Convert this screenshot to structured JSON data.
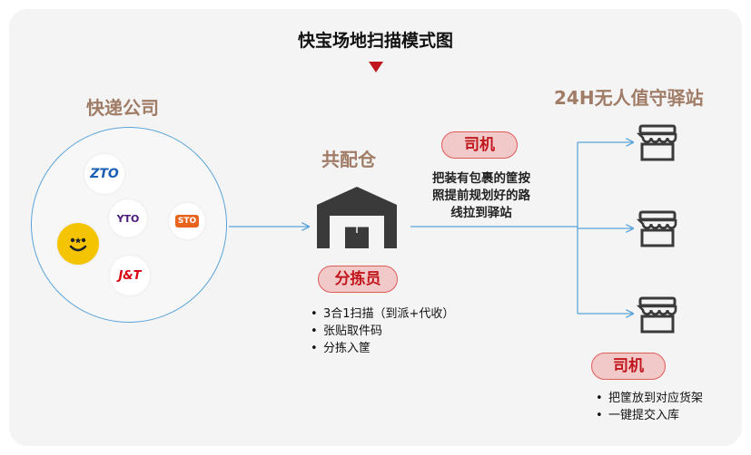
{
  "title": "快宝场地扫描模式图",
  "companies": {
    "heading": "快递公司",
    "logos": [
      {
        "name": "zto-logo",
        "text": "ZTO",
        "color": "#1a5fb4"
      },
      {
        "name": "yto-logo",
        "text": "YTO",
        "color": "#4b1a7a"
      },
      {
        "name": "sto-logo",
        "text": "STO",
        "color": "#ffffff",
        "bg": "#e8641d"
      },
      {
        "name": "yunda-logo",
        "text": "",
        "color": "#f5c400"
      },
      {
        "name": "jt-logo",
        "text": "J&T",
        "color": "#d7000f"
      }
    ]
  },
  "warehouse": {
    "heading": "共配仓",
    "sorter_label": "分拣员",
    "tasks": [
      "3合1扫描（到派+代收）",
      "张贴取件码",
      "分拣入筐"
    ]
  },
  "driver1": {
    "label": "司机",
    "note_lines": [
      "把装有包裹的筐按",
      "照提前规划好的路",
      "线拉到驿站"
    ]
  },
  "stations": {
    "heading": "24H无人值守驿站"
  },
  "driver2": {
    "label": "司机",
    "tasks": [
      "把筐放到对应货架",
      "一键提交入库"
    ]
  },
  "colors": {
    "accent_red": "#c0161c",
    "heading_brown": "#a07c66",
    "line_blue": "#5aa4d8",
    "pill_bg": "#f2c9c9",
    "icon_dark": "#3a3a3a"
  }
}
